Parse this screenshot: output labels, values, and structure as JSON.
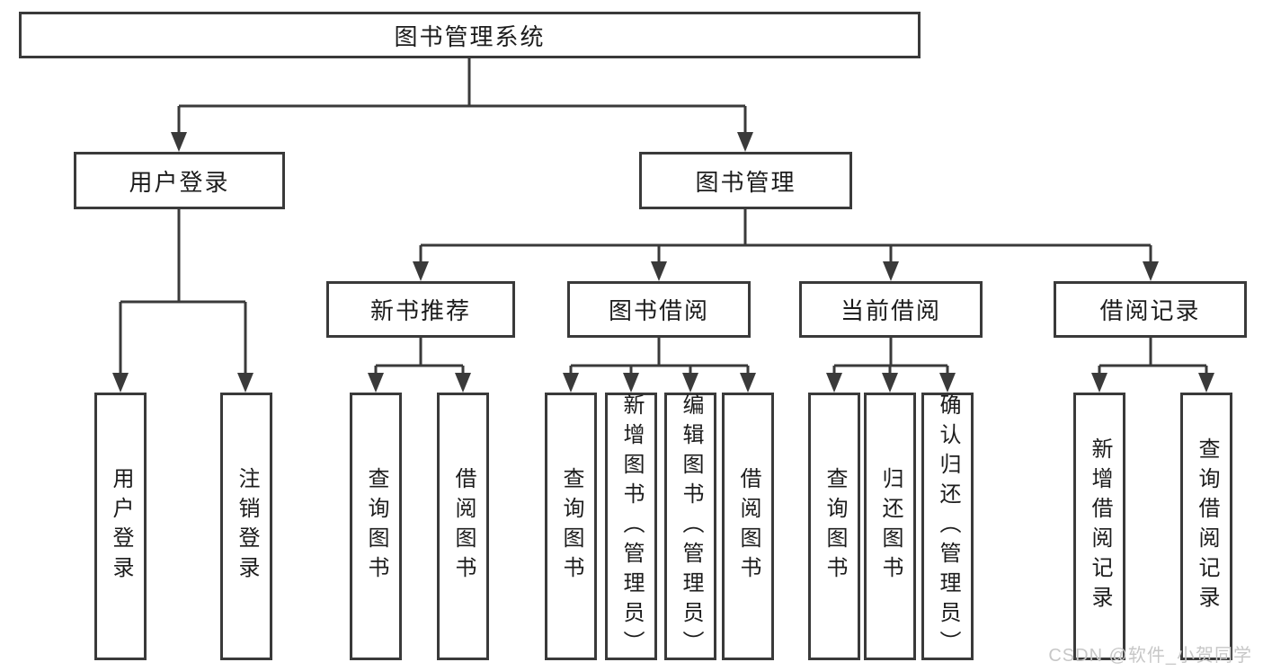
{
  "nodes": {
    "root": "图书管理系统",
    "user_login": "用户登录",
    "book_mgmt": "图书管理",
    "new_book_rec": "新书推荐",
    "book_borrow": "图书借阅",
    "current_borrow": "当前借阅",
    "borrow_record": "借阅记录",
    "leaf_user_login": "用户登录",
    "leaf_logout": "注销登录",
    "leaf_rec_query_book": "查询图书",
    "leaf_rec_borrow_book": "借阅图书",
    "leaf_borrow_query_book": "查询图书",
    "leaf_borrow_add_book": "新增图书（管理员）",
    "leaf_borrow_edit_book": "编辑图书（管理员）",
    "leaf_borrow_borrow_book": "借阅图书",
    "leaf_current_query_book": "查询图书",
    "leaf_current_return_book": "归还图书",
    "leaf_current_confirm_return": "确认归还（管理员）",
    "leaf_record_add": "新增借阅记录",
    "leaf_record_query": "查询借阅记录"
  },
  "hierarchy": {
    "图书管理系统": {
      "用户登录": [
        "用户登录",
        "注销登录"
      ],
      "图书管理": {
        "新书推荐": [
          "查询图书",
          "借阅图书"
        ],
        "图书借阅": [
          "查询图书",
          "新增图书（管理员）",
          "编辑图书（管理员）",
          "借阅图书"
        ],
        "当前借阅": [
          "查询图书",
          "归还图书",
          "确认归还（管理员）"
        ],
        "借阅记录": [
          "新增借阅记录",
          "查询借阅记录"
        ]
      }
    }
  },
  "watermark": "CSDN @软件_小贺同学",
  "colors": {
    "line": "#3a3a3a",
    "text": "#1c1c1c",
    "box_background": "#ffffff",
    "page_background": "#ffffff",
    "watermark": "#c7c7c7"
  }
}
